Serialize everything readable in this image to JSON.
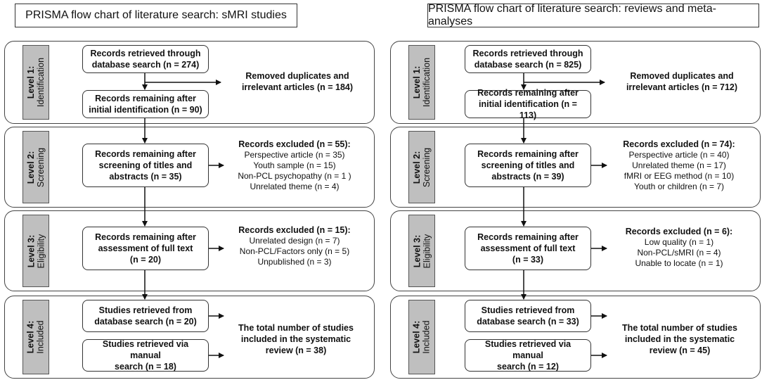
{
  "panels": [
    {
      "title": "PRISMA flow chart of literature search: sMRI studies",
      "levels": [
        {
          "num": "Level 1:",
          "name": "Identification"
        },
        {
          "num": "Level 2:",
          "name": "Screening"
        },
        {
          "num": "Level 3:",
          "name": "Eligibility"
        },
        {
          "num": "Level 4:",
          "name": "Included"
        }
      ],
      "l1": {
        "retrieved": [
          "Records retrieved through",
          "database search (n = 274)"
        ],
        "removed": [
          "Removed duplicates and",
          "irrelevant articles (n = 184)"
        ],
        "remaining": [
          "Records remaining after",
          "initial identification (n = 90)"
        ]
      },
      "l2": {
        "box": [
          "Records remaining after",
          "screening of titles and",
          "abstracts (n = 35)"
        ],
        "excluded_title": "Records excluded (n = 55):",
        "excluded": [
          "Perspective article (n = 35)",
          "Youth sample  (n = 15)",
          "Non-PCL psychopathy  (n = 1 )",
          "Unrelated theme (n = 4)"
        ]
      },
      "l3": {
        "box": [
          "Records remaining after",
          "assessment of full text",
          "(n = 20)"
        ],
        "excluded_title": "Records excluded (n = 15):",
        "excluded": [
          "Unrelated design (n = 7)",
          "Non-PCL/Factors only  (n = 5)",
          "Unpublished  (n = 3)"
        ]
      },
      "l4": {
        "db": [
          "Studies retrieved from",
          "database search (n = 20)"
        ],
        "manual": [
          "Studies retrieved via manual",
          "search (n = 18)"
        ],
        "total": [
          "The total number of studies",
          "included in the systematic",
          "review (n = 38)"
        ]
      }
    },
    {
      "title": "PRISMA flow chart of literature search: reviews and meta-analyses",
      "levels": [
        {
          "num": "Level 1:",
          "name": "Identification"
        },
        {
          "num": "Level 2:",
          "name": "Screening"
        },
        {
          "num": "Level 3:",
          "name": "Eligibility"
        },
        {
          "num": "Level 4:",
          "name": "Included"
        }
      ],
      "l1": {
        "retrieved": [
          "Records retrieved through",
          "database search (n = 825)"
        ],
        "removed": [
          "Removed duplicates and",
          "irrelevant articles (n = 712)"
        ],
        "remaining": [
          "Records remaining after",
          "initial identification (n = 113)"
        ]
      },
      "l2": {
        "box": [
          "Records remaining after",
          "screening of titles and",
          "abstracts (n = 39)"
        ],
        "excluded_title": "Records excluded (n = 74):",
        "excluded": [
          "Perspective article (n = 40)",
          "Unrelated theme (n = 17)",
          "fMRI or EEG method (n = 10)",
          "Youth or children (n = 7)"
        ]
      },
      "l3": {
        "box": [
          "Records remaining after",
          "assessment of full text",
          "(n = 33)"
        ],
        "excluded_title": "Records excluded (n = 6):",
        "excluded": [
          "Low quality  (n = 1)",
          "Non-PCL/sMRI (n = 4)",
          "Unable to locate (n = 1)"
        ]
      },
      "l4": {
        "db": [
          "Studies retrieved from",
          "database search (n = 33)"
        ],
        "manual": [
          "Studies retrieved via manual",
          "search (n = 12)"
        ],
        "total": [
          "The total number of studies",
          "included in the systematic",
          "review (n = 45)"
        ]
      }
    }
  ]
}
